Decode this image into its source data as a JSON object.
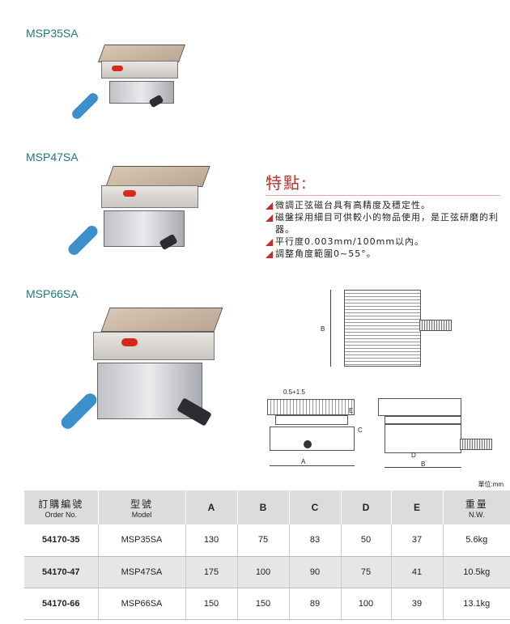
{
  "products": [
    {
      "title": "MSP35SA"
    },
    {
      "title": "MSP47SA"
    },
    {
      "title": "MSP66SA"
    }
  ],
  "features": {
    "heading": "特點:",
    "items": [
      "微調正弦磁台具有高精度及穩定性。",
      "磁盤採用細目可供較小的物品使用，是正弦研磨的利器。",
      "平行度0.003mm/100mm以內。",
      "調整角度範圍0~55°。"
    ]
  },
  "drawing_labels": {
    "b": "B",
    "e": "E",
    "c": "C",
    "a": "A",
    "d": "D",
    "gap": "0.5+1.5"
  },
  "unit": "單位:mm",
  "table": {
    "headers": [
      {
        "zh": "訂購編號",
        "en": "Order No."
      },
      {
        "zh": "型號",
        "en": "Model"
      },
      {
        "zh": "A"
      },
      {
        "zh": "B"
      },
      {
        "zh": "C"
      },
      {
        "zh": "D"
      },
      {
        "zh": "E"
      },
      {
        "zh": "重量",
        "en": "N.W."
      }
    ],
    "rows": [
      [
        "54170-35",
        "MSP35SA",
        "130",
        "75",
        "83",
        "50",
        "37",
        "5.6kg"
      ],
      [
        "54170-47",
        "MSP47SA",
        "175",
        "100",
        "90",
        "75",
        "41",
        "10.5kg"
      ],
      [
        "54170-66",
        "MSP66SA",
        "150",
        "150",
        "89",
        "100",
        "39",
        "13.1kg"
      ]
    ]
  }
}
